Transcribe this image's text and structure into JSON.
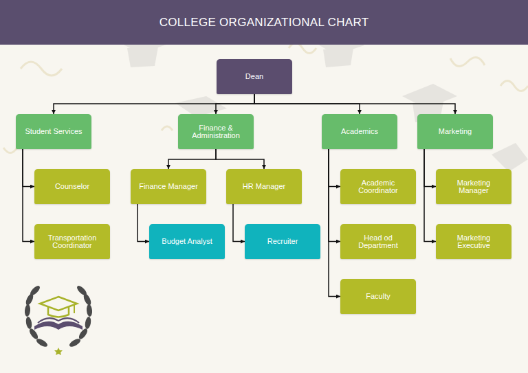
{
  "diagram": {
    "title": "COLLEGE ORGANIZATIONAL CHART",
    "nodes": [
      {
        "text": [
          "Dean"
        ]
      },
      {
        "text": [
          "Student Services"
        ]
      },
      {
        "text": [
          "Finance & Administration"
        ]
      },
      {
        "text": [
          "Academics"
        ]
      },
      {
        "text": [
          "Marketing"
        ]
      },
      {
        "text": [
          "Counselor"
        ]
      },
      {
        "text": [
          "Transportation Coordinator"
        ]
      },
      {
        "text": [
          "Finance Manager"
        ]
      },
      {
        "text": [
          "Budget Analyst"
        ]
      },
      {
        "text": [
          "HR Manager"
        ]
      },
      {
        "text": [
          "Recruiter"
        ]
      },
      {
        "text": [
          "Academic Coordinator"
        ]
      },
      {
        "text": [
          "Head od Department"
        ]
      },
      {
        "text": [
          "Faculty"
        ]
      },
      {
        "text": [
          "Marketing Manager"
        ]
      },
      {
        "text": [
          "Marketing Executive"
        ]
      }
    ],
    "edges": [
      {
        "from": 0,
        "to": 1,
        "arrow": "to"
      },
      {
        "from": 0,
        "to": 2,
        "arrow": "to"
      },
      {
        "from": 0,
        "to": 3,
        "arrow": "to"
      },
      {
        "from": 0,
        "to": 4,
        "arrow": "to"
      },
      {
        "from": 1,
        "to": 5,
        "arrow": "to"
      },
      {
        "from": 1,
        "to": 6,
        "arrow": "to"
      },
      {
        "from": 2,
        "to": 7,
        "arrow": "to"
      },
      {
        "from": 2,
        "to": 9,
        "arrow": "to"
      },
      {
        "from": 7,
        "to": 8,
        "arrow": "to"
      },
      {
        "from": 9,
        "to": 10,
        "arrow": "to"
      },
      {
        "from": 3,
        "to": 11,
        "arrow": "to"
      },
      {
        "from": 3,
        "to": 12,
        "arrow": "to"
      },
      {
        "from": 3,
        "to": 13,
        "arrow": "to"
      },
      {
        "from": 4,
        "to": 14,
        "arrow": "to"
      },
      {
        "from": 4,
        "to": 15,
        "arrow": "to"
      }
    ]
  }
}
